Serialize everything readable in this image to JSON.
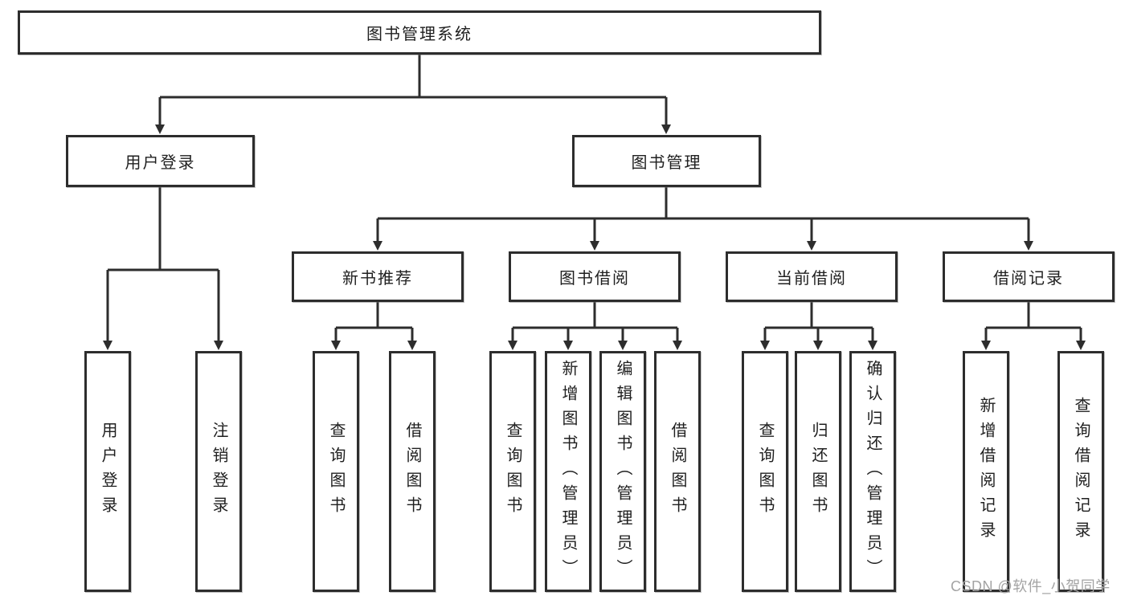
{
  "diagram": {
    "root": "图书管理系统",
    "user_login": {
      "label": "用户登录",
      "children": [
        "用户登录",
        "注销登录"
      ]
    },
    "book_mgmt": {
      "label": "图书管理",
      "sections": {
        "new_book_rec": {
          "label": "新书推荐",
          "children": [
            "查询图书",
            "借阅图书"
          ]
        },
        "book_borrow": {
          "label": "图书借阅",
          "children": [
            "查询图书",
            "新增图书（管理员）",
            "编辑图书（管理员）",
            "借阅图书"
          ]
        },
        "current_borrow": {
          "label": "当前借阅",
          "children": [
            "查询图书",
            "归还图书",
            "确认归还（管理员）"
          ]
        },
        "borrow_record": {
          "label": "借阅记录",
          "children": [
            "新增借阅记录",
            "查询借阅记录"
          ]
        }
      }
    }
  },
  "watermark": "CSDN @软件_小贺同学",
  "colors": {
    "line": "#2d2d2d",
    "border": "#2d2d2d",
    "text": "#1f1f1f",
    "watermark": "#a3a3a3",
    "background": "#ffffff"
  }
}
